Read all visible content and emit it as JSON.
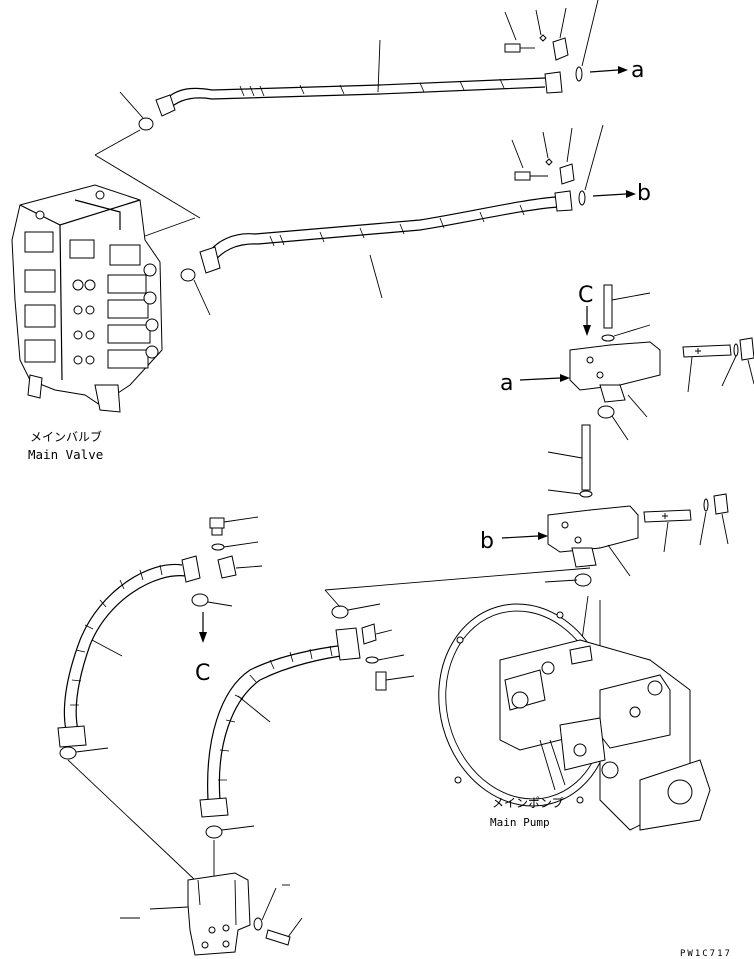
{
  "labels": {
    "main_valve_jp": "メインバルブ",
    "main_valve_en": "Main Valve",
    "main_pump_jp": "メインポンプ",
    "main_pump_en": "Main Pump",
    "callout_a_end": "a",
    "callout_b_end": "b",
    "callout_a_block": "a",
    "callout_b_block": "b",
    "callout_c_top": "C",
    "callout_c_bottom": "C",
    "drawing_code": "PW1C717"
  }
}
